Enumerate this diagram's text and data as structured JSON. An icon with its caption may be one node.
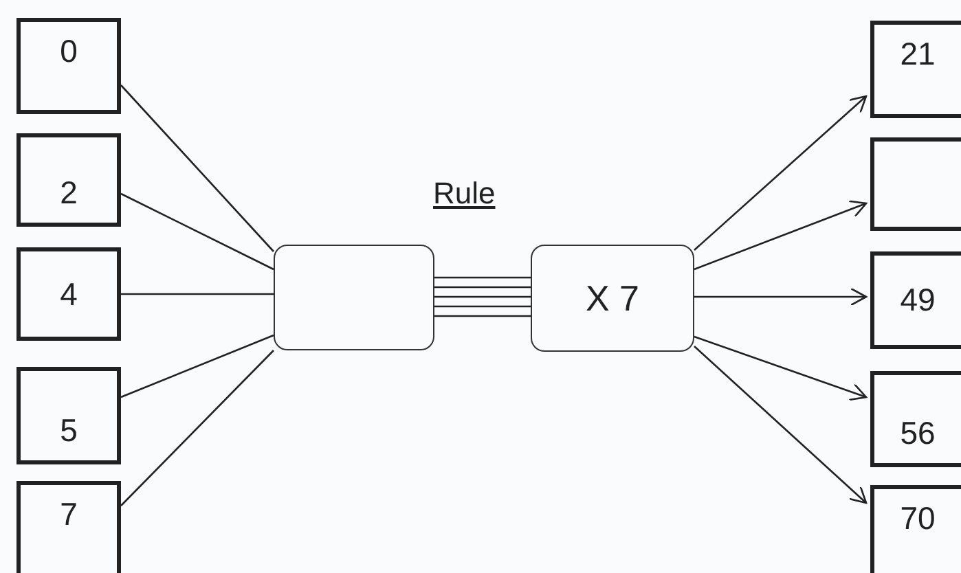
{
  "diagram": {
    "nodes": [
      {
        "text": [
          "0"
        ]
      },
      {
        "text": [
          "2"
        ]
      },
      {
        "text": [
          "4"
        ]
      },
      {
        "text": [
          "5"
        ]
      },
      {
        "text": [
          "7"
        ]
      },
      {
        "text": [],
        "shape": "box"
      },
      {
        "text": [
          "X 7"
        ]
      },
      {
        "text": [
          "21"
        ]
      },
      {
        "text": [],
        "shape": "box"
      },
      {
        "text": [
          "49"
        ]
      },
      {
        "text": [
          "56"
        ]
      },
      {
        "text": [
          "70"
        ]
      }
    ],
    "edges": [
      {
        "from": 0,
        "to": 5,
        "arrow": "none"
      },
      {
        "from": 1,
        "to": 5,
        "arrow": "none"
      },
      {
        "from": 2,
        "to": 5,
        "arrow": "none"
      },
      {
        "from": 3,
        "to": 5,
        "arrow": "none"
      },
      {
        "from": 4,
        "to": 5,
        "arrow": "none"
      },
      {
        "from": 5,
        "to": 6,
        "arrow": "none"
      },
      {
        "from": 5,
        "to": 6,
        "arrow": "none"
      },
      {
        "from": 5,
        "to": 6,
        "arrow": "none"
      },
      {
        "from": 5,
        "to": 6,
        "arrow": "none"
      },
      {
        "from": 5,
        "to": 6,
        "arrow": "none"
      },
      {
        "from": 6,
        "to": 7,
        "arrow": "to"
      },
      {
        "from": 6,
        "to": 8,
        "arrow": "to"
      },
      {
        "from": 6,
        "to": 9,
        "arrow": "to"
      },
      {
        "from": 6,
        "to": 10,
        "arrow": "to"
      },
      {
        "from": 6,
        "to": 11,
        "arrow": "to"
      }
    ],
    "labels": [
      "Rule"
    ]
  }
}
